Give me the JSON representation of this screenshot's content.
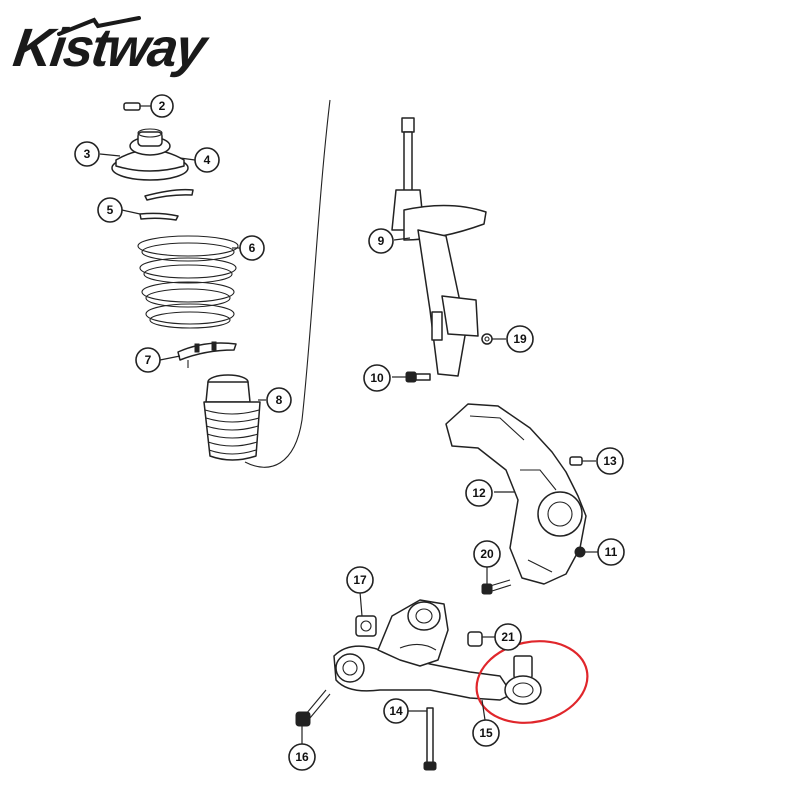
{
  "brand": {
    "name": "Kistway",
    "color": "#1a1a1a"
  },
  "highlight_color": "#e0262b",
  "callouts": [
    {
      "id": "2",
      "label": "2"
    },
    {
      "id": "3",
      "label": "3"
    },
    {
      "id": "4",
      "label": "4"
    },
    {
      "id": "5",
      "label": "5"
    },
    {
      "id": "6",
      "label": "6"
    },
    {
      "id": "7",
      "label": "7"
    },
    {
      "id": "8",
      "label": "8"
    },
    {
      "id": "9",
      "label": "9"
    },
    {
      "id": "10",
      "label": "10"
    },
    {
      "id": "11",
      "label": "11"
    },
    {
      "id": "12",
      "label": "12"
    },
    {
      "id": "13",
      "label": "13"
    },
    {
      "id": "14",
      "label": "14"
    },
    {
      "id": "15",
      "label": "15"
    },
    {
      "id": "16",
      "label": "16"
    },
    {
      "id": "17",
      "label": "17"
    },
    {
      "id": "19",
      "label": "19"
    },
    {
      "id": "20",
      "label": "20"
    },
    {
      "id": "21",
      "label": "21"
    }
  ]
}
